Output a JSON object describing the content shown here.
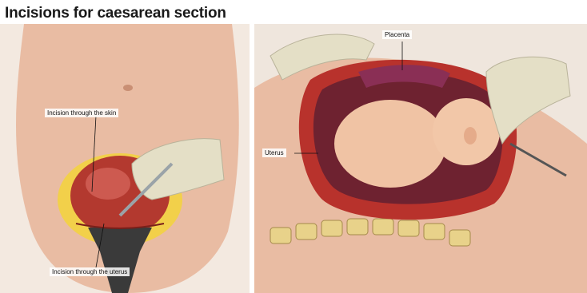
{
  "title": "Incisions for caesarean section",
  "left_panel": {
    "label_skin": "Incision through the skin",
    "label_uterus": "Incision through the uterus"
  },
  "right_panel": {
    "label_placenta": "Placenta",
    "label_uterus": "Uterus"
  },
  "colors": {
    "skin": "#e8b9a0",
    "uterus": "#b8322c",
    "glove": "#e6e1c8",
    "background": "#ffffff"
  }
}
